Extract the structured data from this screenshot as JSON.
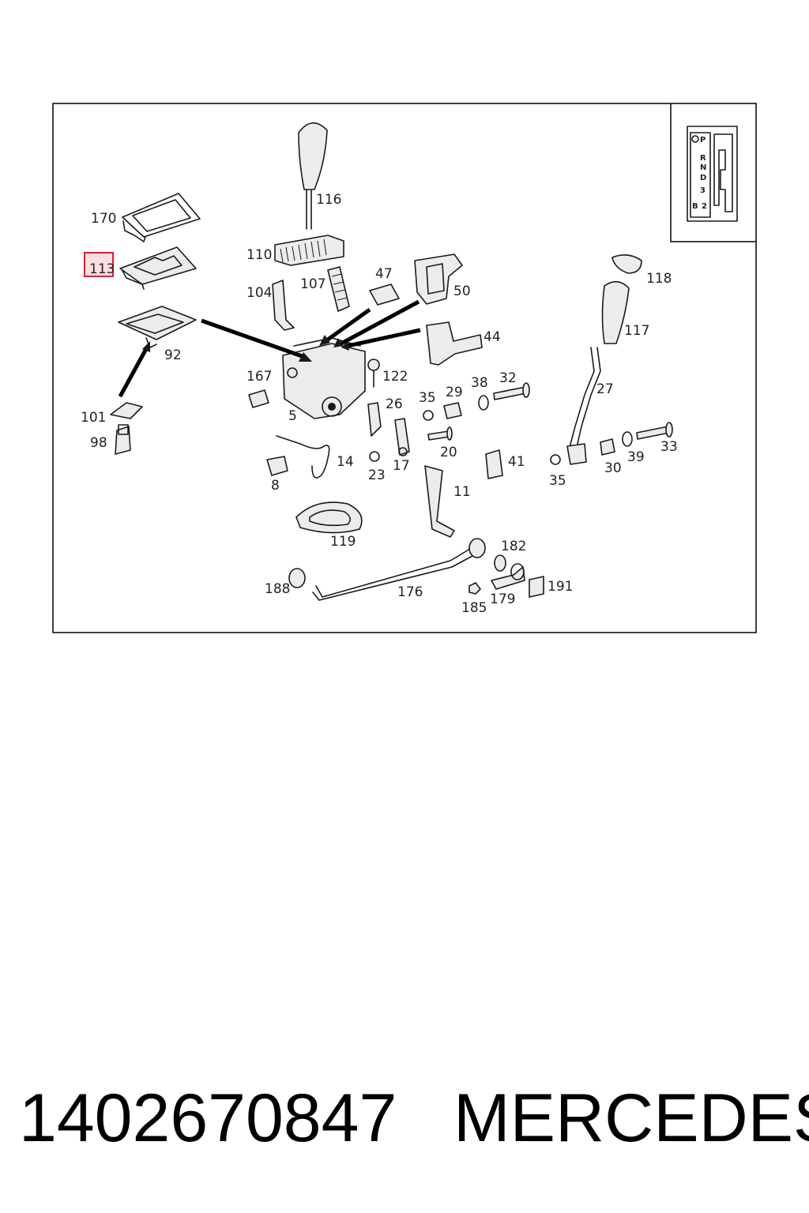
{
  "diagram": {
    "callouts": [
      "170",
      "113",
      "92",
      "101",
      "98",
      "116",
      "110",
      "104",
      "107",
      "47",
      "50",
      "44",
      "167",
      "122",
      "5",
      "26",
      "17",
      "23",
      "35",
      "29",
      "38",
      "32",
      "20",
      "14",
      "8",
      "11",
      "41",
      "119",
      "118",
      "117",
      "27",
      "35",
      "30",
      "39",
      "33",
      "182",
      "188",
      "176",
      "185",
      "179",
      "191"
    ],
    "highlighted_callout": "113",
    "highlight_color": "#e8192c",
    "inset_gate_labels": [
      "P",
      "R",
      "N",
      "D",
      "3",
      "B",
      "2"
    ]
  },
  "footer": {
    "part_number": "1402670847",
    "brand": "MERCEDES"
  }
}
